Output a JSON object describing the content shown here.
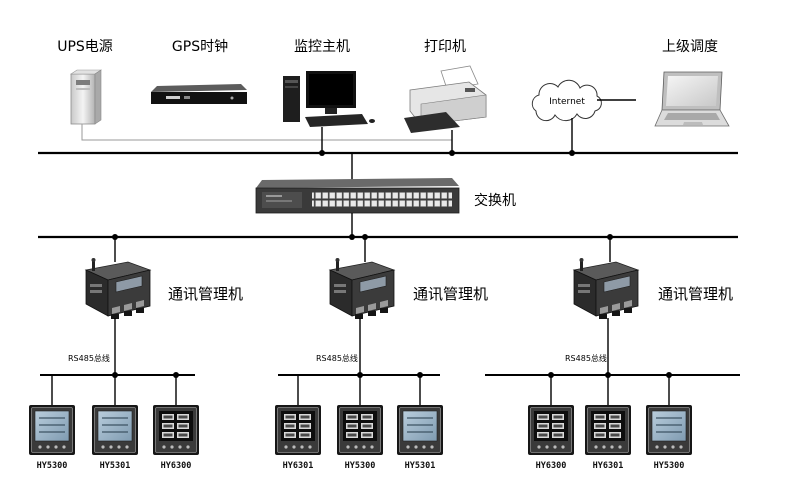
{
  "top_devices": [
    {
      "label": "UPS电源",
      "icon": "ups-icon"
    },
    {
      "label": "GPS时钟",
      "icon": "gps-clock-icon"
    },
    {
      "label": "监控主机",
      "icon": "computer-icon"
    },
    {
      "label": "打印机",
      "icon": "printer-icon"
    },
    {
      "label": "上级调度",
      "icon": "laptop-icon"
    }
  ],
  "internet": {
    "label": "Internet",
    "icon": "cloud-icon"
  },
  "switch": {
    "label": "交换机",
    "icon": "network-switch-icon"
  },
  "groups": [
    {
      "manager_label": "通讯管理机",
      "manager_icon": "comm-manager-icon",
      "bus_label": "RS485总线",
      "meters": [
        {
          "label": "HY5300",
          "icon": "lcd-meter-icon"
        },
        {
          "label": "HY5301",
          "icon": "lcd-meter-icon"
        },
        {
          "label": "HY6300",
          "icon": "led-meter-icon"
        }
      ]
    },
    {
      "manager_label": "通讯管理机",
      "manager_icon": "comm-manager-icon",
      "bus_label": "RS485总线",
      "meters": [
        {
          "label": "HY6301",
          "icon": "led-meter-icon"
        },
        {
          "label": "HY5300",
          "icon": "led-meter-icon"
        },
        {
          "label": "HY5301",
          "icon": "lcd-meter-icon"
        }
      ]
    },
    {
      "manager_label": "通讯管理机",
      "manager_icon": "comm-manager-icon",
      "bus_label": "RS485总线",
      "meters": [
        {
          "label": "HY6300",
          "icon": "led-meter-icon"
        },
        {
          "label": "HY6301",
          "icon": "led-meter-icon"
        },
        {
          "label": "HY5300",
          "icon": "lcd-meter-icon"
        }
      ]
    }
  ],
  "colors": {
    "line": "#000000",
    "device_dark": "#2b2b2b",
    "meter_screen": "#9fb6c9"
  }
}
